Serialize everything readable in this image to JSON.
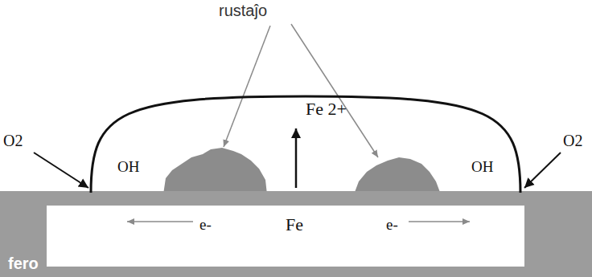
{
  "diagram": {
    "nodes": [
      {
        "text": [
          "fero"
        ]
      },
      {
        "text": [
          "e-",
          "Fe",
          "e-"
        ],
        "in": 0
      },
      {
        "text": [
          "OH",
          "Fe 2+",
          "OH"
        ]
      }
    ],
    "labels": [
      "rustaĵo",
      "O2",
      "O2"
    ]
  }
}
